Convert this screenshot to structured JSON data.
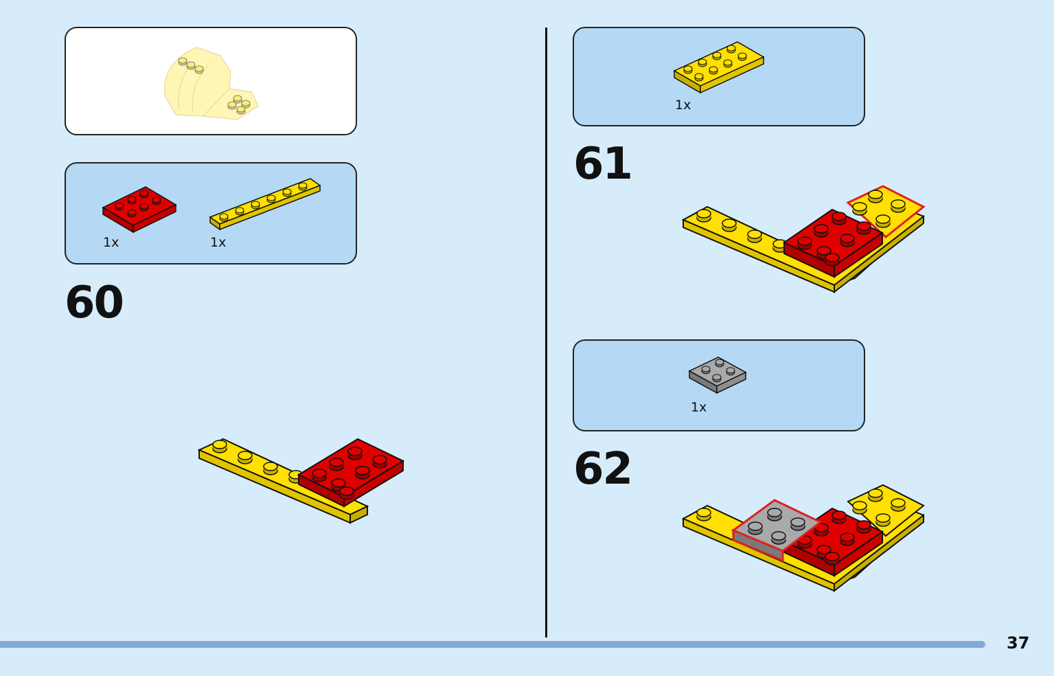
{
  "colors": {
    "background": "#d6ecfa",
    "parts_box": "#b5d9f4",
    "yellow": "#ffe000",
    "red": "#e00000",
    "gray": "#a9a9a9",
    "footer_bar": "#82a9da"
  },
  "preview": {
    "image": "faded-yellow-subassembly-illustration"
  },
  "step60": {
    "number": "60",
    "parts": [
      {
        "qty": "1x",
        "part": "red-2x3-plate"
      },
      {
        "qty": "1x",
        "part": "yellow-1x6-plate"
      }
    ]
  },
  "step61": {
    "number": "61",
    "parts": [
      {
        "qty": "1x",
        "part": "yellow-2x4-plate"
      }
    ]
  },
  "step62": {
    "number": "62",
    "parts": [
      {
        "qty": "1x",
        "part": "gray-2x2-plate"
      }
    ]
  },
  "page": {
    "number": "37"
  }
}
